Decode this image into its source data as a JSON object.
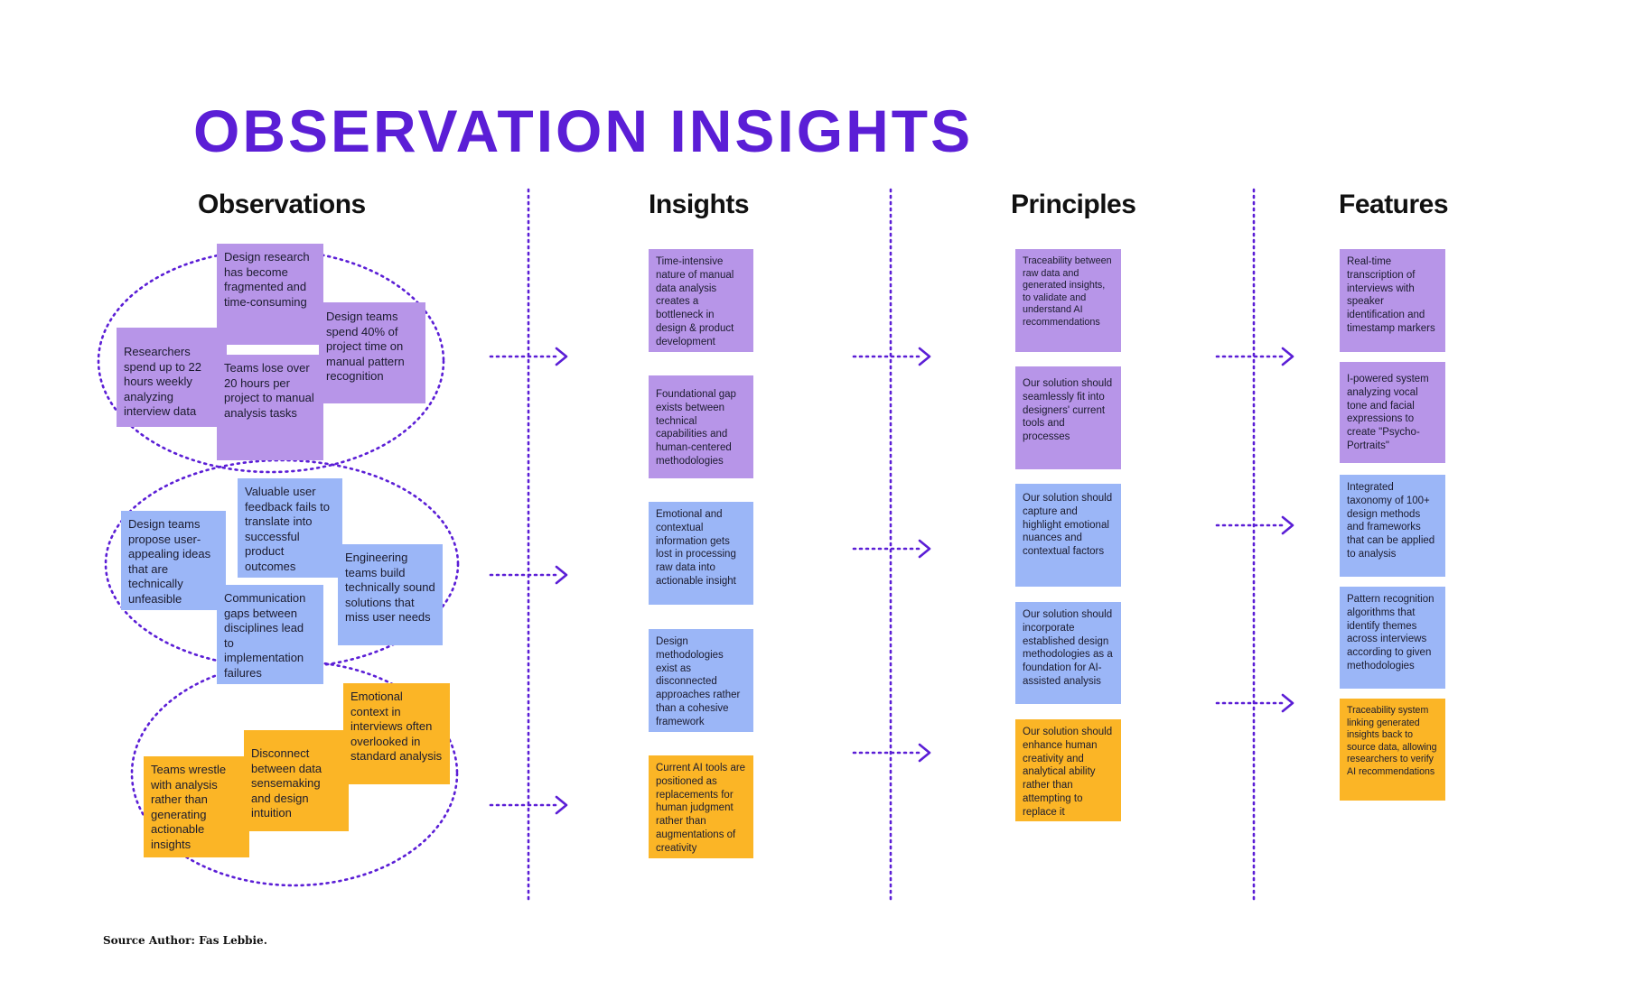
{
  "title": "OBSERVATION INSIGHTS",
  "columns": [
    "Observations",
    "Insights",
    "Principles",
    "Features"
  ],
  "colors": {
    "accent": "#5b1ed6",
    "purple": "#b795e8",
    "blue": "#9bb6f7",
    "orange": "#fbb526"
  },
  "observations": {
    "group1": [
      "Design research has become fragmented and time-consuming",
      "Researchers spend up to 22 hours weekly analyzing interview data",
      "Design teams spend 40% of project time on manual pattern recognition",
      "Teams lose over 20 hours per project to manual analysis tasks"
    ],
    "group2": [
      "Valuable user feedback fails to translate into successful product outcomes",
      "Design teams propose user-appealing ideas that are technically unfeasible",
      "Engineering teams build technically sound solutions that miss user needs",
      "Communication gaps between disciplines lead to implementation failures"
    ],
    "group3": [
      "Emotional context in interviews often overlooked in standard analysis",
      "Disconnect between data sensemaking and design intuition",
      "Teams wrestle with analysis rather than generating actionable insights"
    ]
  },
  "insights": [
    "Time-intensive nature of manual data analysis creates a bottleneck in design & product development",
    "Foundational gap exists between technical capabilities and human-centered methodologies",
    "Emotional and contextual information gets lost in processing raw data into actionable insight",
    "Design methodologies exist as disconnected approaches rather than a cohesive framework",
    "Current AI tools are positioned as replacements for human judgment rather than augmentations of creativity"
  ],
  "principles": [
    "Traceability between raw data and generated insights,  to validate and understand AI recommendations",
    "Our solution should seamlessly fit into designers' current tools and processes",
    "Our solution should capture and highlight emotional nuances and contextual factors",
    "Our solution should incorporate established design methodologies as a foundation for AI-assisted analysis",
    "Our solution should enhance human creativity and analytical ability rather than attempting to replace it"
  ],
  "features": [
    "Real-time transcription of interviews with speaker identification and timestamp markers",
    "I-powered system analyzing vocal tone and facial expressions to create \"Psycho-Portraits\"",
    "Integrated taxonomy of 100+ design methods and frameworks that can be applied to analysis",
    "Pattern recognition algorithms that identify themes across interviews according to given methodologies",
    "Traceability system linking generated insights back to source data, allowing researchers to verify AI recommendations"
  ],
  "source": "Source Author: Fas Lebbie."
}
